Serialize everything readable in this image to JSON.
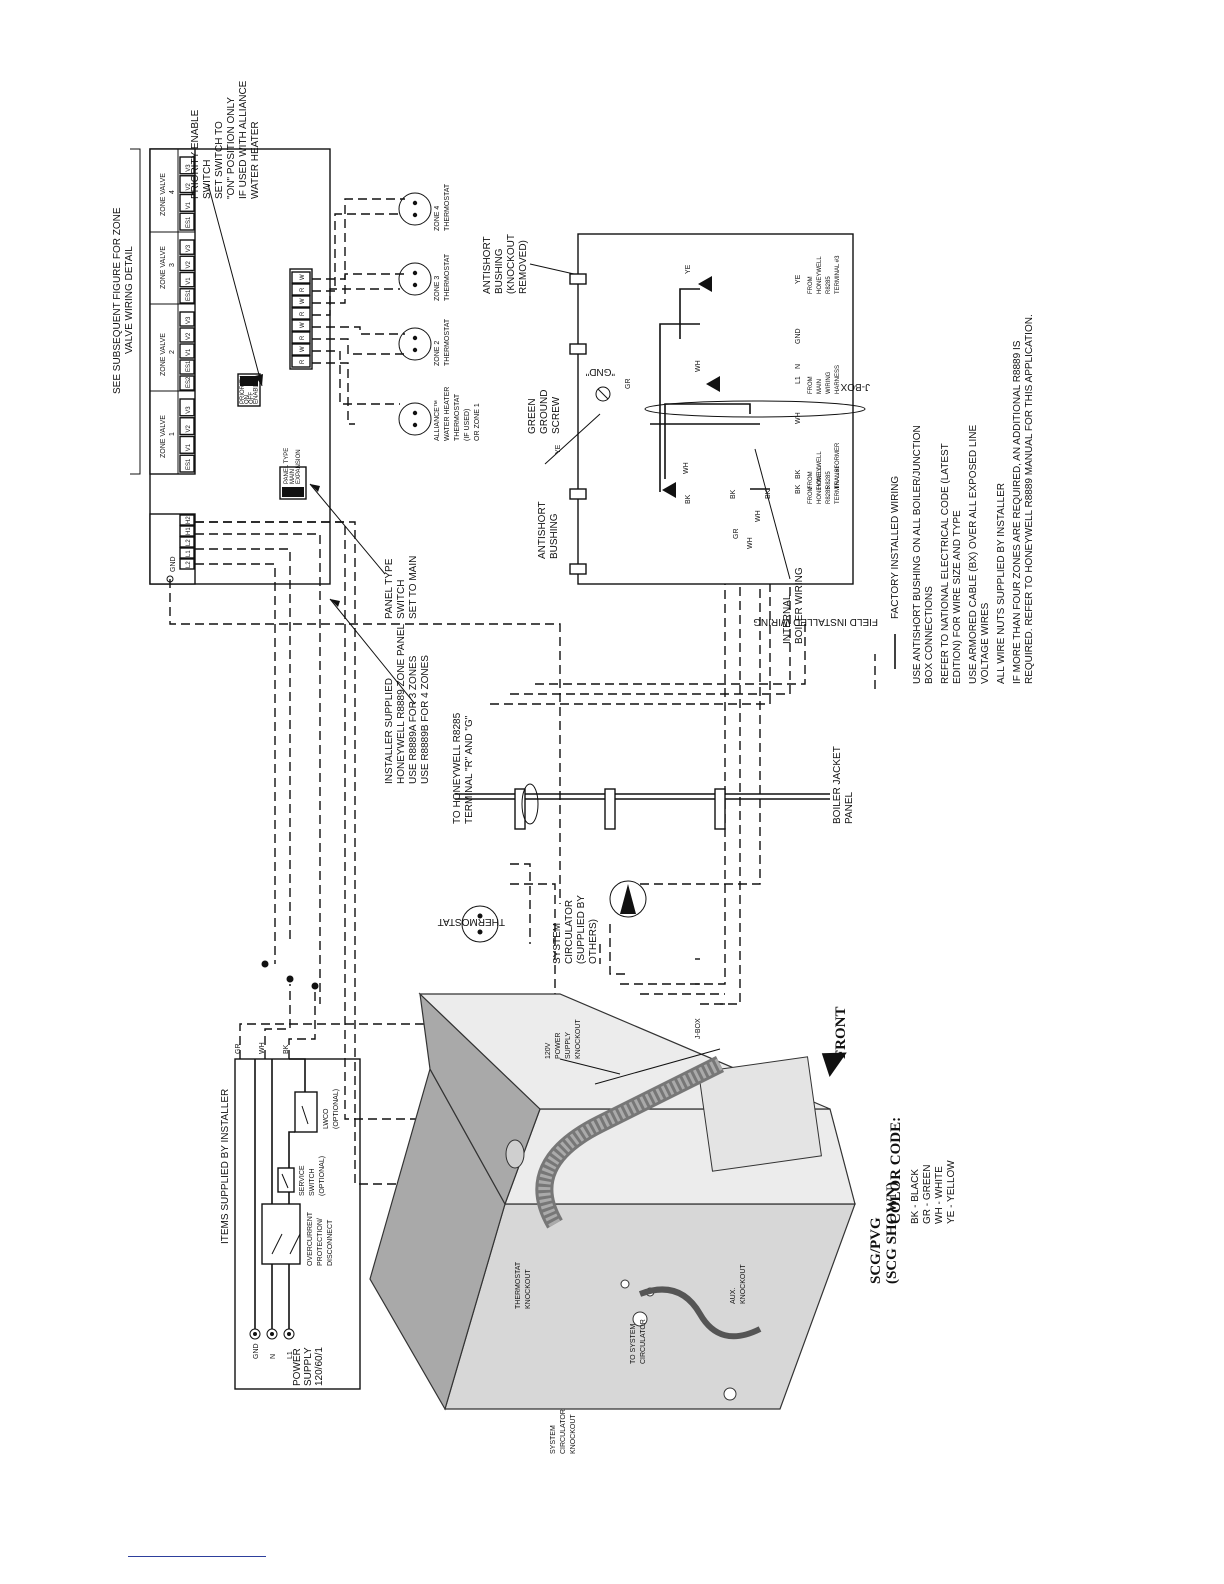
{
  "zone_panel": {
    "see_figure": [
      "SEE SUBSEQUENT FIGURE FOR ZONE",
      "VALVE WIRING DETAIL"
    ],
    "zone_valves": [
      {
        "label": "ZONE VALVE",
        "num": "1",
        "terms": [
          "ES1",
          "V1",
          "V2",
          "V3"
        ]
      },
      {
        "label": "ZONE VALVE",
        "num": "2",
        "terms": [
          "ES2",
          "ES1",
          "V1",
          "V2",
          "V3"
        ]
      },
      {
        "label": "ZONE VALVE",
        "num": "3",
        "terms": [
          "ES1",
          "V1",
          "V2",
          "V3"
        ]
      },
      {
        "label": "ZONE VALVE",
        "num": "4",
        "terms": [
          "ES1",
          "V1",
          "V2",
          "V3"
        ]
      }
    ],
    "power_terms": [
      "L2",
      "L1",
      "L2",
      "H1",
      "H2"
    ],
    "gnd_label": "GND",
    "tstat_terms": [
      "R",
      "W",
      "R",
      "W",
      "R",
      "W",
      "R",
      "W"
    ],
    "priority_switch": [
      "PRIORITY",
      "ON",
      "OFF",
      "ENABLE"
    ],
    "panel_type_switch": [
      "PANEL TYPE",
      "MAIN",
      "EXPANSION"
    ]
  },
  "callouts": {
    "priority": [
      "PRIORITY ENABLE",
      "SWITCH",
      "SET SWITCH TO",
      "\"ON\" POSITION ONLY",
      "IF USED WITH ALLIANCE",
      "WATER HEATER"
    ],
    "panel_type": [
      "PANEL TYPE",
      "SWITCH",
      "SET TO MAIN"
    ],
    "installer_panel": [
      "INSTALLER SUPPLIED",
      "HONEYWELL R8889 ZONE PANEL",
      "USE R8889A FOR 3 ZONES",
      "USE R8889B FOR 4 ZONES"
    ],
    "to_honeywell": [
      "TO HONEYWELL R8285",
      "TERMINAL \"R\" AND \"G\""
    ],
    "thermostat": "THERMOSTAT",
    "circulator": [
      "SYSTEM",
      "CIRCULATOR",
      "(SUPPLIED BY",
      "OTHERS)"
    ],
    "boiler_jacket": [
      "BOILER JACKET",
      "PANEL"
    ],
    "internal_wiring": [
      "INTERNAL",
      "BOILER WIRING"
    ],
    "antishort_top": [
      "ANTISHORT",
      "BUSHING",
      "(KNOCKOUT",
      "REMOVED)"
    ],
    "antishort_bottom": [
      "ANTISHORT",
      "BUSHING"
    ],
    "green_screw": [
      "GREEN",
      "GROUND",
      "SCREW"
    ],
    "gnd_quote": "\"GND\"",
    "jbox": "J-BOX"
  },
  "thermostats": [
    {
      "lines": [
        "ALLIANCE™",
        "WATER HEATER",
        "THERMOSTAT",
        "(IF USED)",
        "OR ZONE 1"
      ]
    },
    {
      "lines": [
        "ZONE 2",
        "THERMOSTAT"
      ]
    },
    {
      "lines": [
        "ZONE 3",
        "THERMOSTAT"
      ]
    },
    {
      "lines": [
        "ZONE 4",
        "THERMOSTAT"
      ]
    }
  ],
  "jbox_terms": [
    {
      "code": "BK",
      "from": [
        "FROM",
        "HONEYWELL",
        "R8285",
        "TERMINAL #1"
      ]
    },
    {
      "code": "BK",
      "from": [
        "FROM",
        "HONEYWELL",
        "R8285",
        "TRANSFORMER"
      ]
    },
    {
      "code": "WH",
      "from": []
    },
    {
      "code": "L1",
      "from": [
        "FROM",
        "MAIN",
        "WIRING",
        "HARNESS"
      ]
    },
    {
      "code": "N",
      "from": []
    },
    {
      "code": "GND",
      "from": []
    },
    {
      "code": "YE",
      "from": [
        "FROM",
        "HONEYWELL",
        "R8285",
        "TERMINAL #3"
      ]
    }
  ],
  "wire_labels": [
    "BK",
    "WH",
    "GR",
    "WH",
    "YE",
    "GR",
    "WH",
    "BK",
    "YE",
    "WH",
    "BK"
  ],
  "legend": {
    "field": "FIELD INSTALLED WIRING",
    "factory": "FACTORY INSTALLED WIRING",
    "notes": [
      [
        "USE ANTISHORT BUSHING ON ALL BOILER/JUNCTION",
        "BOX CONNECTIONS"
      ],
      [
        "REFER TO NATIONAL ELECTRICAL CODE (LATEST",
        "EDITION) FOR WIRE SIZE AND TYPE"
      ],
      [
        "USE ARMORED CABLE (BX) OVER ALL EXPOSED LINE",
        "VOLTAGE WIRES"
      ],
      [
        "ALL WIRE NUTS SUPPLIED BY INSTALLER"
      ],
      [
        "IF MORE THAN FOUR ZONES ARE REQUIRED, AN ADDITIONAL R8889 IS",
        "REQUIRED.  REFER TO HONEYWELL R8889 MANUAL FOR THIS APPLICATION."
      ]
    ]
  },
  "color_code": {
    "title": "COLOR CODE:",
    "items": [
      "BK  -  BLACK",
      "GR  -  GREEN",
      "WH  -  WHITE",
      "YE  -  YELLOW"
    ]
  },
  "installer_items": {
    "title": "ITEMS SUPPLIED BY INSTALLER",
    "power_supply": [
      "POWER",
      "SUPPLY",
      "120/60/1"
    ],
    "terminals": [
      "GND",
      "N",
      "L1"
    ],
    "overcurrent": [
      "OVERCURRENT",
      "PROTECTION/",
      "DISCONNECT"
    ],
    "service_switch": [
      "SERVICE",
      "SWITCH",
      "(OPTIONAL)"
    ],
    "lwco": [
      "LWCO",
      "(OPTIONAL)"
    ],
    "wire_codes": [
      "GR",
      "WH",
      "BK"
    ]
  },
  "boiler": {
    "model": [
      "SCG/PVG",
      "(SCG SHOWN)"
    ],
    "front": "FRONT",
    "power_ko": [
      "120V",
      "POWER",
      "SUPPLY",
      "KNOCKOUT"
    ],
    "jbox": "J-BOX",
    "thermostat_ko": [
      "THERMOSTAT",
      "KNOCKOUT"
    ],
    "to_circ": [
      "TO SYSTEM",
      "CIRCULATOR"
    ],
    "aux_ko": [
      "AUX.",
      "KNOCKOUT"
    ],
    "circ_ko": [
      "SYSTEM",
      "CIRCULATOR",
      "KNOCKOUT"
    ]
  }
}
